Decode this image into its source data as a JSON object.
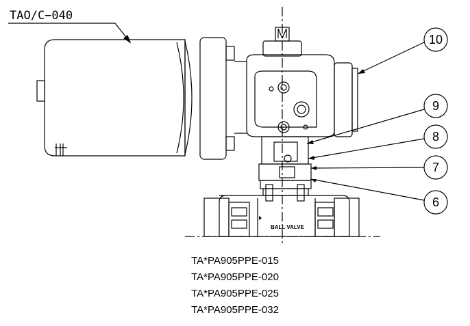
{
  "drawing": {
    "actuator_label": "TAO/C−040",
    "valve_text": "BALL VALVE",
    "callouts": [
      "10",
      "9",
      "8",
      "7",
      "6"
    ]
  },
  "models": [
    "TA*PA905PPE-015",
    "TA*PA905PPE-020",
    "TA*PA905PPE-025",
    "TA*PA905PPE-032"
  ]
}
